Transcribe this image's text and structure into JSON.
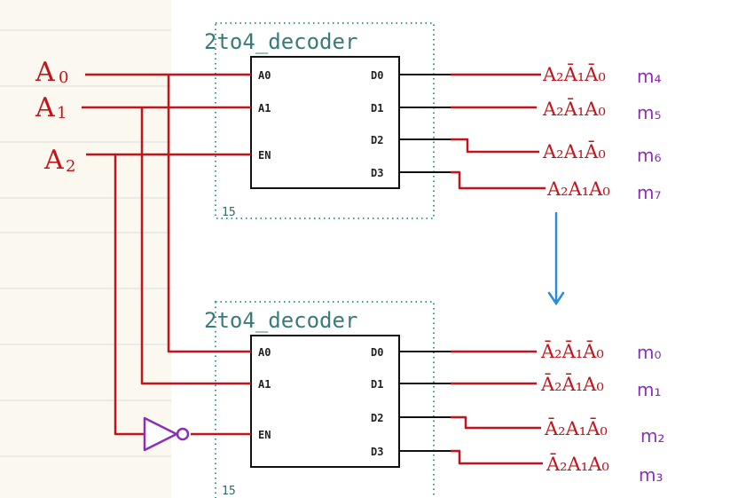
{
  "colors": {
    "paper_bg": "#fbf8ef",
    "paper_lines": "#dcdcdc",
    "wire": "#c2141a",
    "minterm": "#8b2fb8",
    "arrow": "#2a8be0",
    "box_outline": "#111111",
    "dotted_border": "#3a9a9a"
  },
  "decoders": [
    {
      "title": "2to4_decoder",
      "number": "15",
      "input_pins": [
        "A0",
        "A1",
        "EN"
      ],
      "output_pins": [
        "D0",
        "D1",
        "D2",
        "D3"
      ],
      "outputs": [
        {
          "expr": "A₂Ā₁Ā₀",
          "minterm": "m₄"
        },
        {
          "expr": "A₂Ā₁A₀",
          "minterm": "m₅"
        },
        {
          "expr": "A₂A₁Ā₀",
          "minterm": "m₆"
        },
        {
          "expr": "A₂A₁A₀",
          "minterm": "m₇"
        }
      ]
    },
    {
      "title": "2to4_decoder",
      "number": "15",
      "input_pins": [
        "A0",
        "A1",
        "EN"
      ],
      "output_pins": [
        "D0",
        "D1",
        "D2",
        "D3"
      ],
      "outputs": [
        {
          "expr": "Ā₂Ā₁Ā₀",
          "minterm": "m₀"
        },
        {
          "expr": "Ā₂Ā₁A₀",
          "minterm": "m₁"
        },
        {
          "expr": "Ā₂A₁Ā₀",
          "minterm": "m₂"
        },
        {
          "expr": "Ā₂A₁A₀",
          "minterm": "m₃"
        }
      ]
    }
  ],
  "inputs": [
    {
      "label": "A",
      "sub": "0"
    },
    {
      "label": "A",
      "sub": "1"
    },
    {
      "label": "A",
      "sub": "2"
    }
  ]
}
